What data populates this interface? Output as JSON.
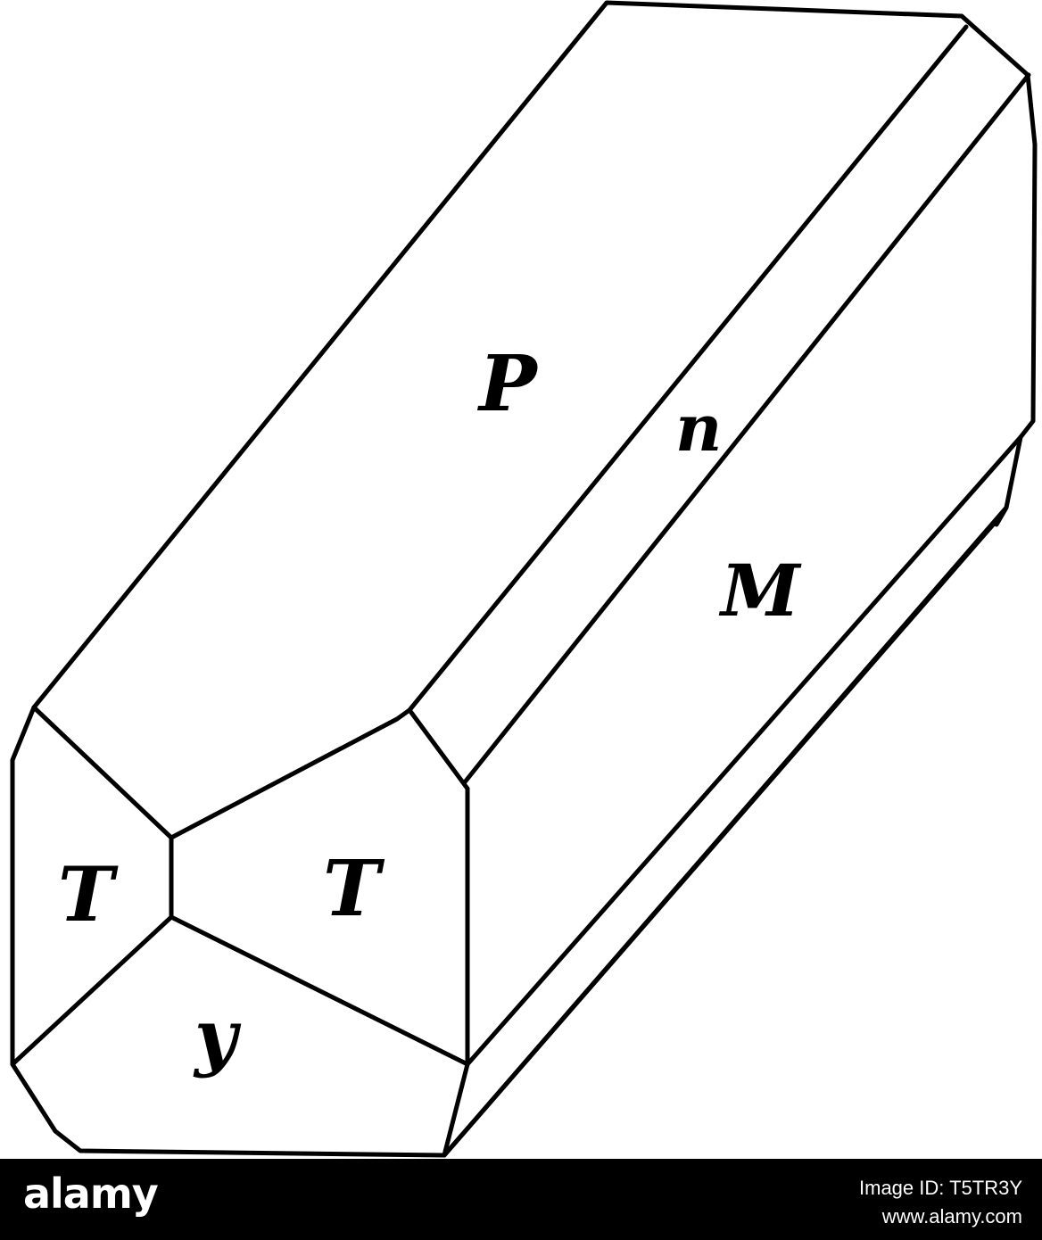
{
  "figure": {
    "faces": {
      "P": "P",
      "n": "n",
      "M": "M",
      "T_left": "T",
      "T_right": "T",
      "y": "y"
    }
  },
  "footer": {
    "brand": "alamy",
    "image_id": "Image ID: T5TR3Y",
    "url": "www.alamy.com"
  },
  "colors": {
    "line": "#000000",
    "background": "#ffffff",
    "footer_bg": "#000000",
    "footer_text": "#ffffff"
  }
}
